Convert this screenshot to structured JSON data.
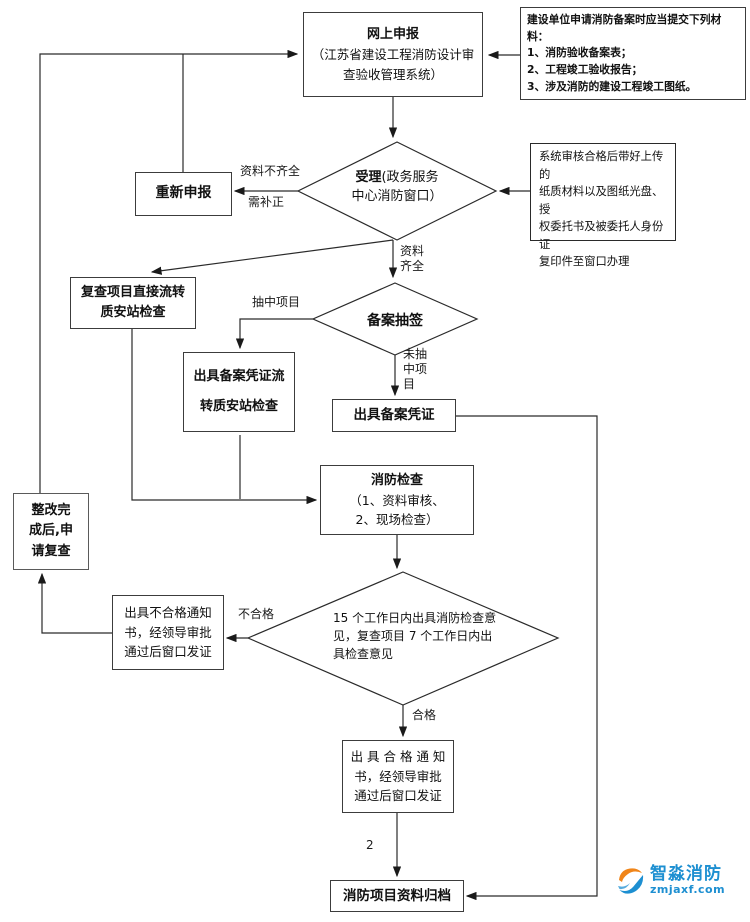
{
  "nodes": {
    "online_apply": {
      "title": "网上申报",
      "line2": "（江苏省建设工程消防设计审",
      "line3": "查验收管理系统）"
    },
    "materials": {
      "lines": [
        "建设单位申请消防备案时应当提交下列材料：",
        "1、消防验收备案表；",
        "2、工程竣工验收报告；",
        "3、涉及消防的建设工程竣工图纸。"
      ]
    },
    "reapply": {
      "label": "重新申报"
    },
    "accept": {
      "title": "受理",
      "rest": "(政务服务",
      "line2": "中心消防窗口）"
    },
    "window_note": {
      "lines": [
        "系统审核合格后带好上传的",
        "纸质材料以及图纸光盘、授",
        "权委托书及被委托人身份证",
        "复印件至窗口办理"
      ]
    },
    "recheck_transfer": {
      "line1": "复查项目直接流转",
      "line2": "质安站检查"
    },
    "lottery": {
      "label": "备案抽签"
    },
    "voucher_transfer": {
      "line1": "出具备案凭证流",
      "line2": "转质安站检查"
    },
    "voucher": {
      "label": "出具备案凭证"
    },
    "fire_check": {
      "title": "消防检查",
      "line2": "（1、资料审核、",
      "line3": "2、现场检查）"
    },
    "rectify": {
      "line1": "整改完",
      "line2": "成后,申",
      "line3": "请复查"
    },
    "fail_notice": {
      "line1": "出具不合格通知",
      "line2": "书，经领导审批",
      "line3": "通过后窗口发证"
    },
    "deadline": {
      "line1": "15 个工作日内出具消防检查意",
      "line2": "见，复查项目 7 个工作日内出",
      "line3": "具检查意见"
    },
    "pass_notice": {
      "line1": "出 具 合 格 通 知",
      "line2": "书，经领导审批",
      "line3": "通过后窗口发证"
    },
    "archive": {
      "label": "消防项目资料归档"
    }
  },
  "edge_labels": {
    "incomplete": "资料不齐全",
    "need_fix": "需补正",
    "complete_1": "资料",
    "complete_2": "齐全",
    "drawn": "抽中项目",
    "not_drawn_1": "未抽",
    "not_drawn_2": "中项",
    "not_drawn_3": "目",
    "fail": "不合格",
    "pass": "合格",
    "page_number": "2"
  },
  "logo": {
    "brand": "智淼消防",
    "domain": "zmjaxf.com",
    "blue": "#1d8fd1",
    "orange": "#f08519"
  }
}
